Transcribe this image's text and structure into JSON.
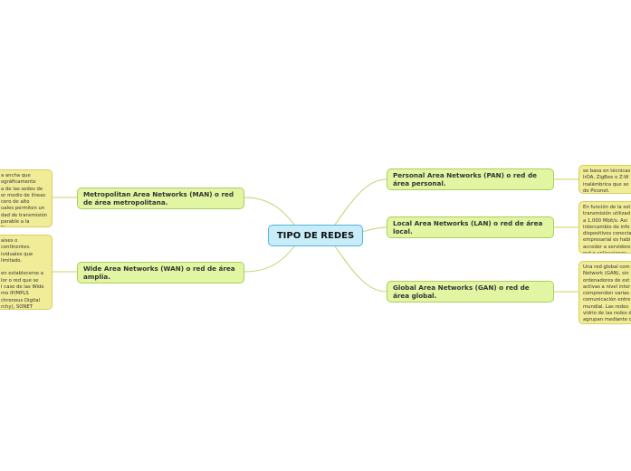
{
  "central": {
    "label": "TIPO DE REDES"
  },
  "branches": {
    "man": {
      "label": "Metropolitan Area Networks (MAN) o red de área metropolitana."
    },
    "wan": {
      "label": "Wide Area Networks (WAN) o red de área amplia."
    },
    "pan": {
      "label": "Personal Area Networks (PAN) o red de área personal."
    },
    "lan": {
      "label": "Local Area Networks (LAN) o red de área local."
    },
    "gan": {
      "label": "Global Area Networks (GAN) o red de área global."
    }
  },
  "leaves": {
    "man": "a ancha que\nográficamente\na de las sedes de\nor medio de líneas\ncero de alto\nuales permiten un\ndad de transmisión\nparable a la\nN.",
    "wan": "aises o continentes.\nividuales que\nlimitado.\n\nen establecerse a\nlor o red que se\nl caso de las Wide\nmo IP/MPLS\nchronous Digital\nrchy), SONET\nchronous Transfer\n).",
    "pan": "se basa en técnicas\nIrDA, ZigBee o Z-W\ninalámbrica que se\nde Piconet.",
    "lan": "En función de la est\ntransmisión utilizad\na 1.000 Mbit/s. Asi\nintercambio de info\ndispositivos conecta\nempresarial es habi\nacceder a servidore\nred o aplicaciones",
    "gan": "Una red global com\nNetwork (GAN), sin\nordenadores de est\nactivas a nivel inter\ncomprenden varias\ncomunicación entre\nmundial. Las redes\nvidrio de las redes d\nagrupan mediante c\ntransmisión por sat"
  }
}
